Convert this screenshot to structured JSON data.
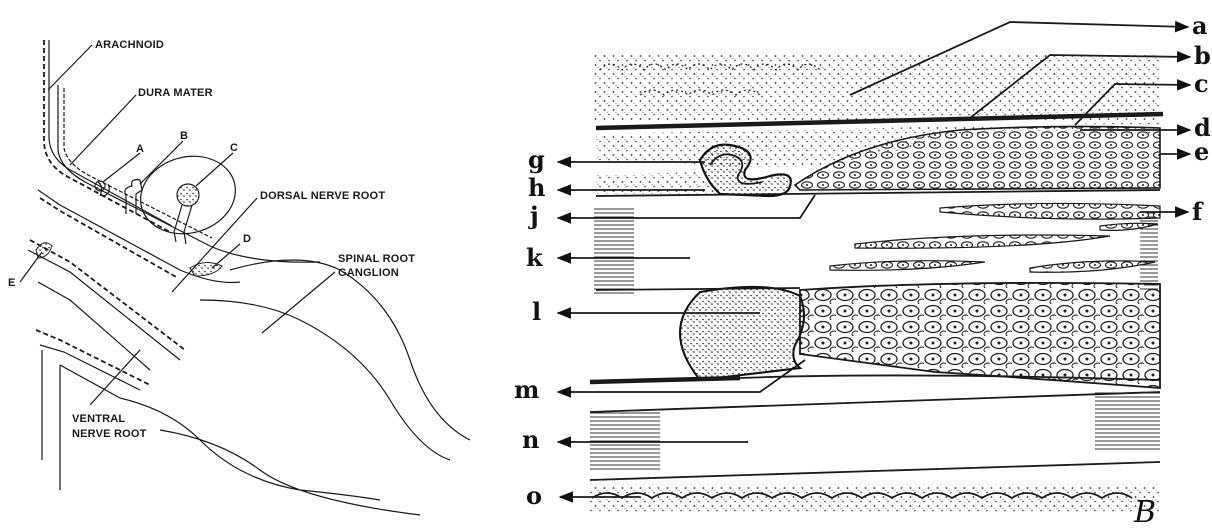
{
  "left_figure": {
    "labels": {
      "arachnoid": "ARACHNOID",
      "dura_mater": "DURA MATER",
      "a": "A",
      "b": "B",
      "c": "C",
      "d": "D",
      "e": "E",
      "dorsal_root": "DORSAL NERVE ROOT",
      "ganglion_line1": "SPINAL ROOT",
      "ganglion_line2": "GANGLION",
      "ventral_line1": "VENTRAL",
      "ventral_line2": "NERVE ROOT"
    }
  },
  "right_figure": {
    "labels": {
      "a": "a",
      "b": "b",
      "c": "c",
      "d": "d",
      "e": "e",
      "f": "f",
      "g": "g",
      "h": "h",
      "j": "j",
      "k": "k",
      "l": "l",
      "m": "m",
      "n": "n",
      "o": "o"
    },
    "panel_letter": "B"
  }
}
